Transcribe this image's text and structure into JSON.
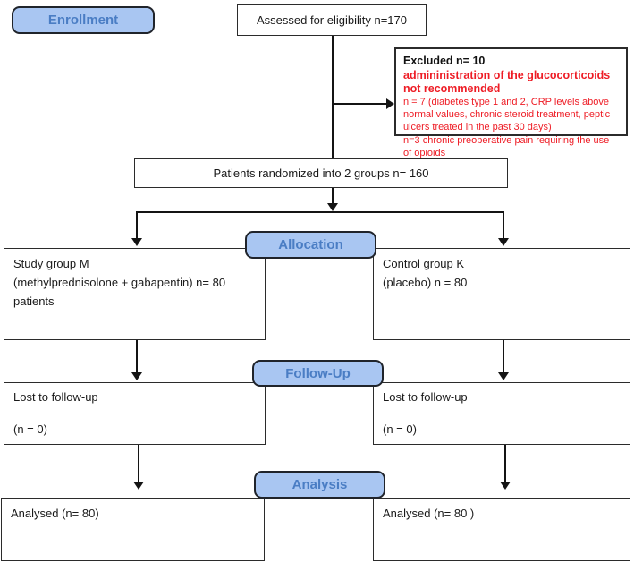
{
  "diagram": {
    "type": "consort-flowchart",
    "colors": {
      "badge_fill": "#a9c6f2",
      "badge_text": "#4a7dc4",
      "badge_border": "#20242b",
      "box_border": "#2b2b2b",
      "excluded_red": "#ee1c25",
      "line": "#141414"
    },
    "stages": {
      "enrollment": "Enrollment",
      "allocation": "Allocation",
      "followup": "Follow-Up",
      "analysis": "Analysis"
    },
    "boxes": {
      "assessed": "Assessed for eligibility n=170",
      "excluded": {
        "heading": "Excluded  n= 10",
        "subheading": "admininistration of the glucocorticoids not recommended",
        "detail1": "n = 7 (diabetes type 1 and 2, CRP levels above normal values, chronic steroid treatment, peptic ulcers treated in the past 30 days)",
        "detail2": "n=3 chronic preoperative pain requiring the use of opioids"
      },
      "randomized": "Patients randomized into 2 groups n= 160",
      "study_group": "Study group M\n(methylprednisolone + gabapentin)  n=  80\npatients",
      "control_group": "Control group K\n(placebo) n = 80",
      "lost_left": "Lost to follow-up\n\n(n = 0)",
      "lost_right": "Lost to follow-up\n\n(n = 0)",
      "analysed_left": "Analysed  (n= 80)",
      "analysed_right": "Analysed  (n= 80 )"
    }
  }
}
